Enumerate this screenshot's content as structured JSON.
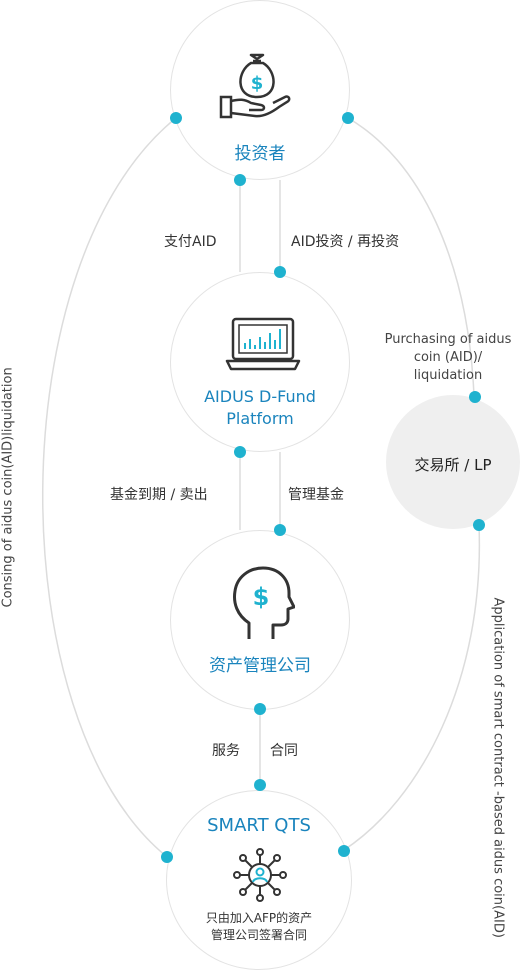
{
  "nodes": {
    "investor": {
      "label": "投资者",
      "icon": "money-bag-hand-icon"
    },
    "platform": {
      "label_line1": "AIDUS D-Fund",
      "label_line2": "Platform",
      "icon": "laptop-chart-icon"
    },
    "asset_manager": {
      "label": "资产管理公司",
      "icon": "head-dollar-icon"
    },
    "smart_qts": {
      "label": "SMART QTS",
      "icon": "network-user-icon",
      "desc_line1": "只由加入AFP的资产",
      "desc_line2": "管理公司签署合同"
    },
    "exchange": {
      "label": "交易所 / LP"
    }
  },
  "edges": {
    "pay_aid": "支付AID",
    "aid_invest": "AID投资 / 再投资",
    "fund_expire": "基金到期 / 卖出",
    "manage_fund": "管理基金",
    "service": "服务",
    "contract": "合同",
    "purchasing_line1": "Purchasing of aidus",
    "purchasing_line2": "coin (AID)/",
    "purchasing_line3": "liquidation",
    "left_arc": "Consing of aidus coin(AID)liquidation",
    "right_arc": "Application of smart contract -based aidus coin(AID)"
  },
  "colors": {
    "accent": "#1fb2cf",
    "label_blue": "#1a84bd",
    "border": "#e3e3e3",
    "exchange_fill": "#efefef"
  }
}
